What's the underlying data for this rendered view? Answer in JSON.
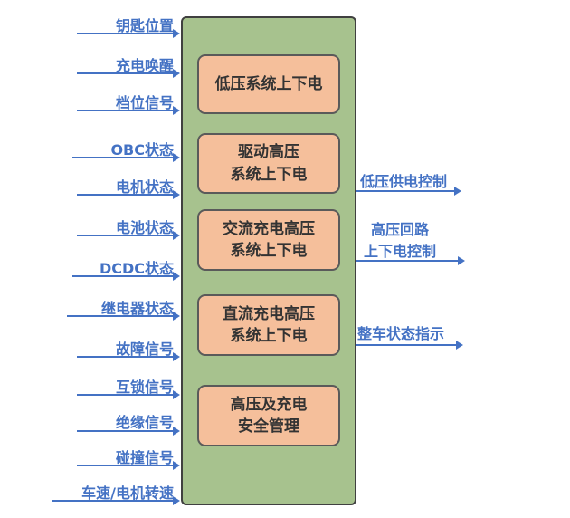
{
  "colors": {
    "arrow_blue": "#4472c4",
    "label_blue": "#4472c4",
    "block_green": "#a7c28e",
    "block_border": "#404040",
    "module_orange": "#f5bf9b",
    "module_border": "#5a5a5a",
    "module_text": "#333333",
    "page_bg": "#ffffff"
  },
  "controller": {
    "inputs": [
      "钥匙位置",
      "充电唤醒",
      "档位信号",
      "OBC状态",
      "电机状态",
      "电池状态",
      "DCDC状态",
      "继电器状态",
      "故障信号",
      "互锁信号",
      "绝缘信号",
      "碰撞信号",
      "车速/电机转速"
    ],
    "modules": [
      {
        "lines": [
          "低压系统上下电"
        ]
      },
      {
        "lines": [
          "驱动高压",
          "系统上下电"
        ]
      },
      {
        "lines": [
          "交流充电高压",
          "系统上下电"
        ]
      },
      {
        "lines": [
          "直流充电高压",
          "系统上下电"
        ]
      },
      {
        "lines": [
          "高压及充电",
          "安全管理"
        ]
      }
    ],
    "outputs": [
      {
        "lines": [
          "低压供电控制"
        ]
      },
      {
        "lines": [
          "高压回路",
          "上下电控制"
        ]
      },
      {
        "lines": [
          "整车状态指示"
        ]
      }
    ]
  }
}
